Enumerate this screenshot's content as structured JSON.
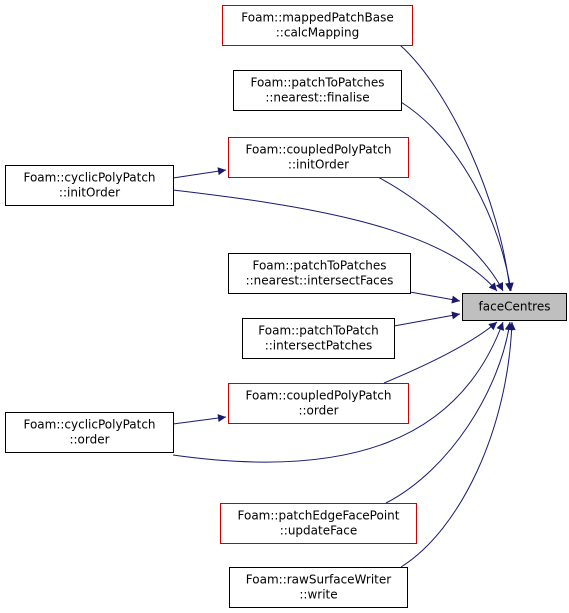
{
  "colors": {
    "edge": "#191970",
    "box_border_default": "#000000",
    "box_border_red": "#cc0000",
    "target_fill": "#bfbfbf",
    "box_fill": "#ffffff"
  },
  "target": {
    "id": "target",
    "lines": [
      "faceCentres"
    ]
  },
  "nodes": [
    {
      "id": "mappedPatchBase",
      "lines": [
        "Foam::mappedPatchBase",
        "::calcMapping"
      ],
      "border": "red"
    },
    {
      "id": "nearestFinalise",
      "lines": [
        "Foam::patchToPatches",
        "::nearest::finalise"
      ],
      "border": "default"
    },
    {
      "id": "coupledInitOrder",
      "lines": [
        "Foam::coupledPolyPatch",
        "::initOrder"
      ],
      "border": "red"
    },
    {
      "id": "cyclicInitOrder",
      "lines": [
        "Foam::cyclicPolyPatch",
        "::initOrder"
      ],
      "border": "default"
    },
    {
      "id": "nearestIntersect",
      "lines": [
        "Foam::patchToPatches",
        "::nearest::intersectFaces"
      ],
      "border": "default"
    },
    {
      "id": "intersectPatches",
      "lines": [
        "Foam::patchToPatch",
        "::intersectPatches"
      ],
      "border": "default"
    },
    {
      "id": "coupledOrder",
      "lines": [
        "Foam::coupledPolyPatch",
        "::order"
      ],
      "border": "red"
    },
    {
      "id": "cyclicOrder",
      "lines": [
        "Foam::cyclicPolyPatch",
        "::order"
      ],
      "border": "default"
    },
    {
      "id": "patchEdgeFacePoint",
      "lines": [
        "Foam::patchEdgeFacePoint",
        "::updateFace"
      ],
      "border": "red"
    },
    {
      "id": "rawSurfaceWriter",
      "lines": [
        "Foam::rawSurfaceWriter",
        "::write"
      ],
      "border": "default"
    }
  ],
  "edges": [
    {
      "from": "mappedPatchBase",
      "to": "target"
    },
    {
      "from": "nearestFinalise",
      "to": "target"
    },
    {
      "from": "coupledInitOrder",
      "to": "target"
    },
    {
      "from": "cyclicInitOrder",
      "to": "coupledInitOrder"
    },
    {
      "from": "cyclicInitOrder",
      "to": "target"
    },
    {
      "from": "nearestIntersect",
      "to": "target"
    },
    {
      "from": "intersectPatches",
      "to": "target"
    },
    {
      "from": "coupledOrder",
      "to": "target"
    },
    {
      "from": "cyclicOrder",
      "to": "coupledOrder"
    },
    {
      "from": "cyclicOrder",
      "to": "target"
    },
    {
      "from": "patchEdgeFacePoint",
      "to": "target"
    },
    {
      "from": "rawSurfaceWriter",
      "to": "target"
    }
  ]
}
